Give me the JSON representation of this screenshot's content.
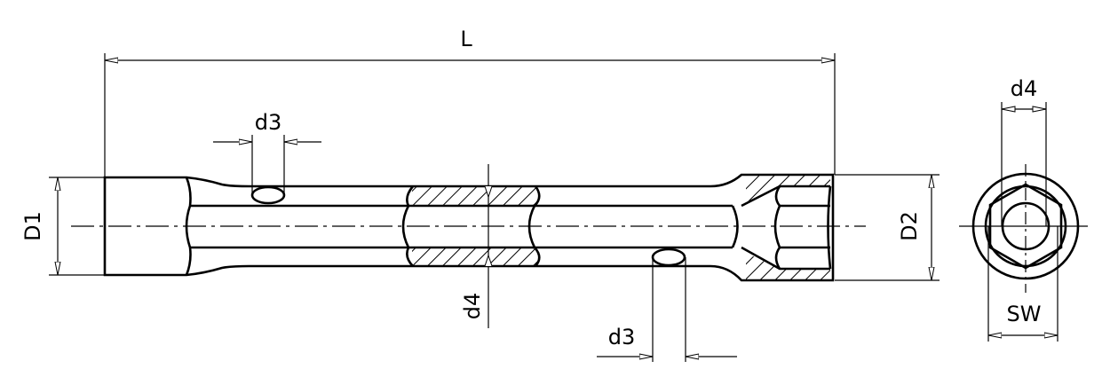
{
  "drawing": {
    "title": "Double-ended tubular box spanner",
    "labels": {
      "length": "L",
      "hole_diameter_top": "d3",
      "hole_diameter_bottom": "d3",
      "bore_diameter_side": "d4",
      "bore_diameter_end": "d4",
      "outer_diameter_left": "D1",
      "outer_diameter_right": "D2",
      "width_across_flats": "SW"
    },
    "colors": {
      "line": "#000000",
      "background": "#ffffff"
    }
  }
}
